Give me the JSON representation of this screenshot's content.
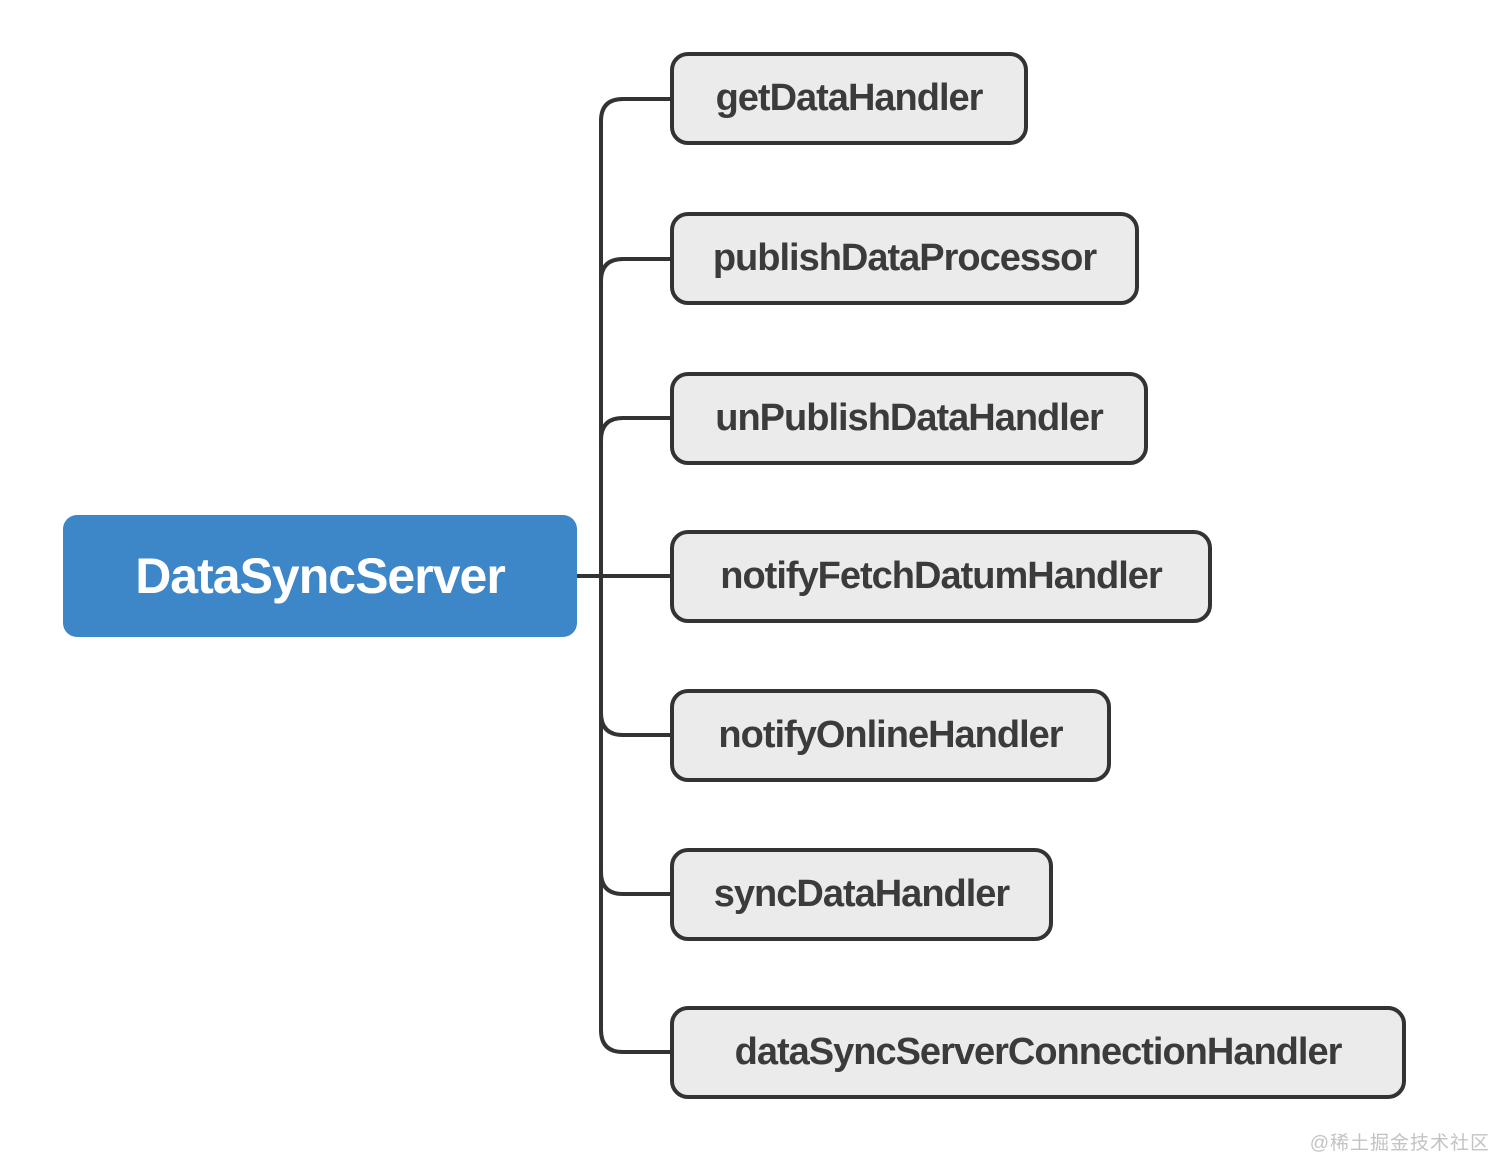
{
  "diagram": {
    "root": {
      "label": "DataSyncServer"
    },
    "children": [
      {
        "label": "getDataHandler"
      },
      {
        "label": "publishDataProcessor"
      },
      {
        "label": "unPublishDataHandler"
      },
      {
        "label": "notifyFetchDatumHandler"
      },
      {
        "label": "notifyOnlineHandler"
      },
      {
        "label": "syncDataHandler"
      },
      {
        "label": "dataSyncServerConnectionHandler"
      }
    ],
    "colors": {
      "root_fill": "#3d87c9",
      "root_text": "#ffffff",
      "node_fill": "#ebebeb",
      "node_border": "#333333",
      "node_text": "#3b3b3b",
      "connector_line": "#333333",
      "background": "#ffffff",
      "watermark_text": "#c3c3c3"
    }
  },
  "watermark": {
    "text": "@稀土掘金技术社区"
  }
}
